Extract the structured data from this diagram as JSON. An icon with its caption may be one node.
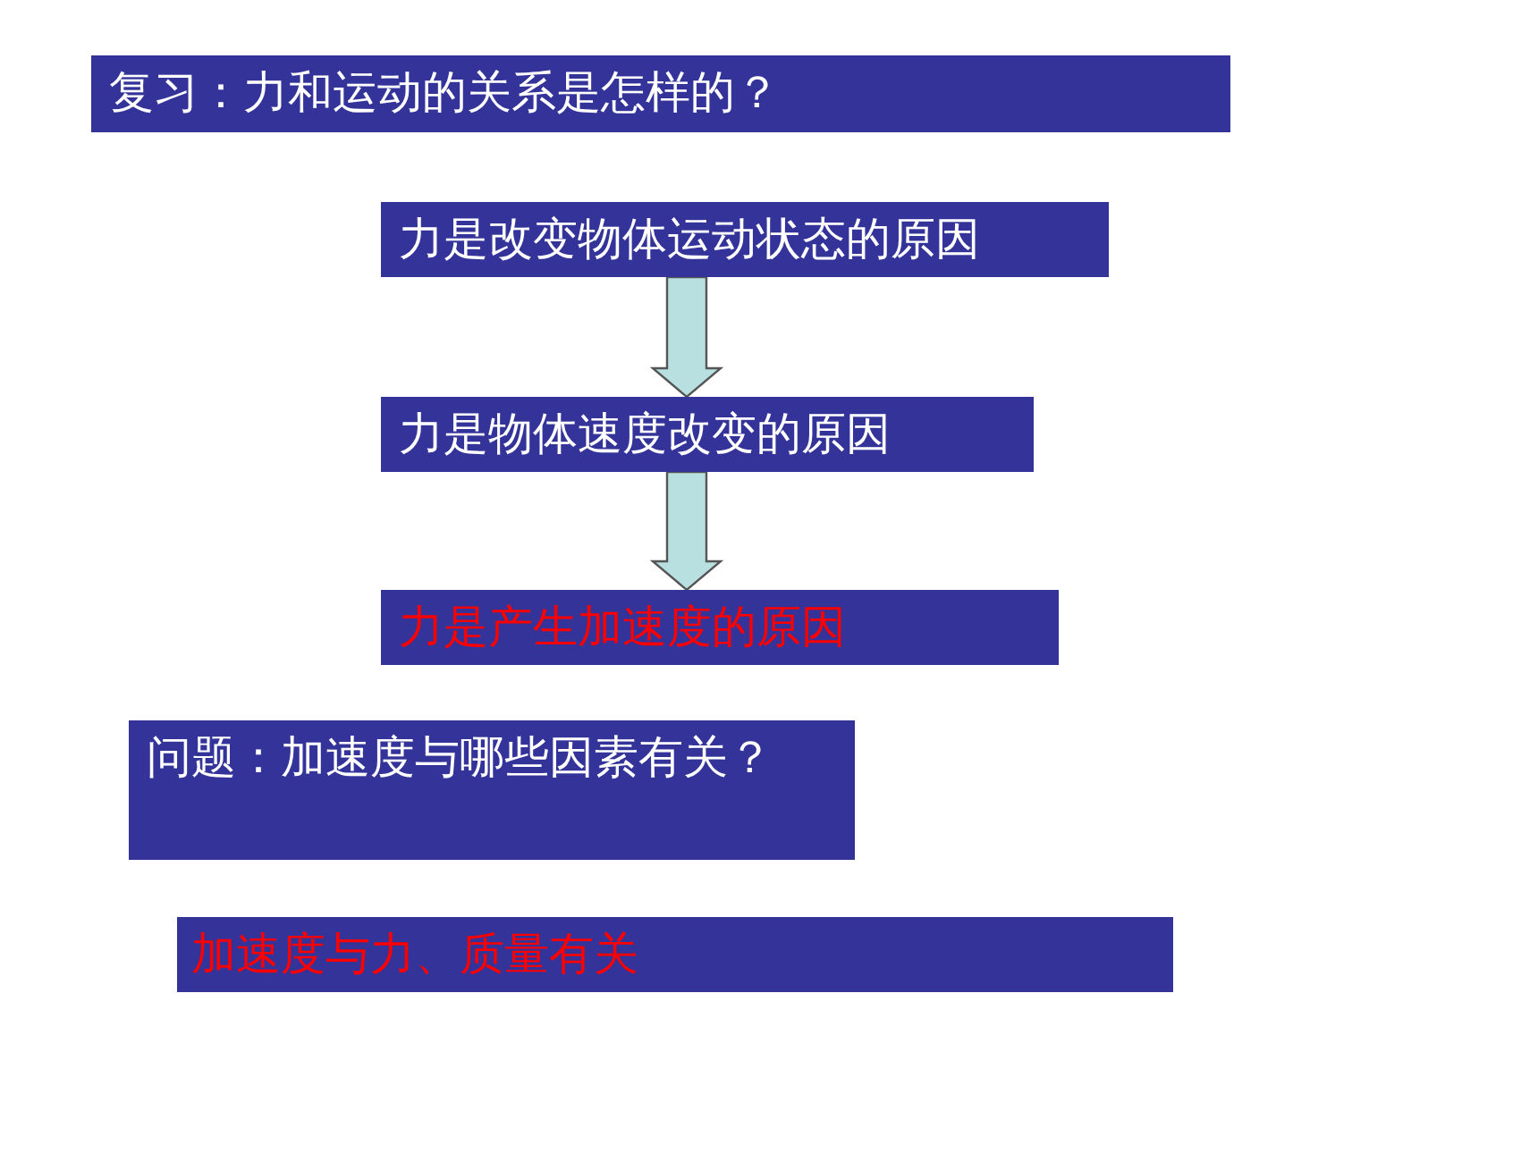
{
  "diagram": {
    "nodes": [
      {
        "text": [
          "复习：力和运动的关系是怎样的？"
        ]
      },
      {
        "text": [
          "力是改变物体运动状态的原因"
        ]
      },
      {
        "text": [
          "力是物体速度改变的原因"
        ]
      },
      {
        "text": [
          "力是产生加速度的原因"
        ]
      },
      {
        "text": [
          "问题：加速度与哪些因素有关？"
        ]
      },
      {
        "text": [
          "加速度与力、质量有关"
        ]
      }
    ],
    "edges": [
      {
        "from": 1,
        "to": 2,
        "arrow": "to"
      },
      {
        "from": 2,
        "to": 3,
        "arrow": "to"
      }
    ]
  }
}
